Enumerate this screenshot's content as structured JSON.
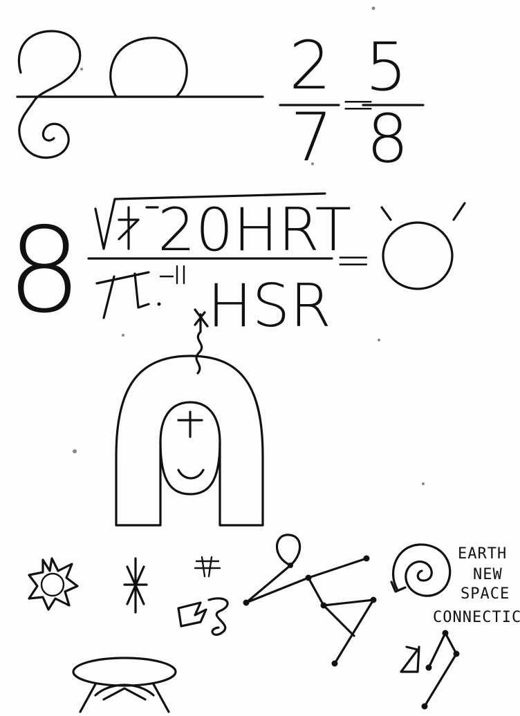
{
  "fraction": {
    "left_numerator": "2",
    "left_denominator": "7",
    "equals": "=",
    "right_numerator": "5",
    "right_denominator": "8"
  },
  "equation": {
    "leading": "8",
    "numerator": "20HRT",
    "denominator": "HSR",
    "equals": "="
  },
  "caption": {
    "line1": "EARTH",
    "line2": "NEW",
    "line3": "SPACE",
    "line4": "CONNECTIC"
  },
  "colors": {
    "ink": "#111111",
    "paper": "#fdfdfd"
  }
}
